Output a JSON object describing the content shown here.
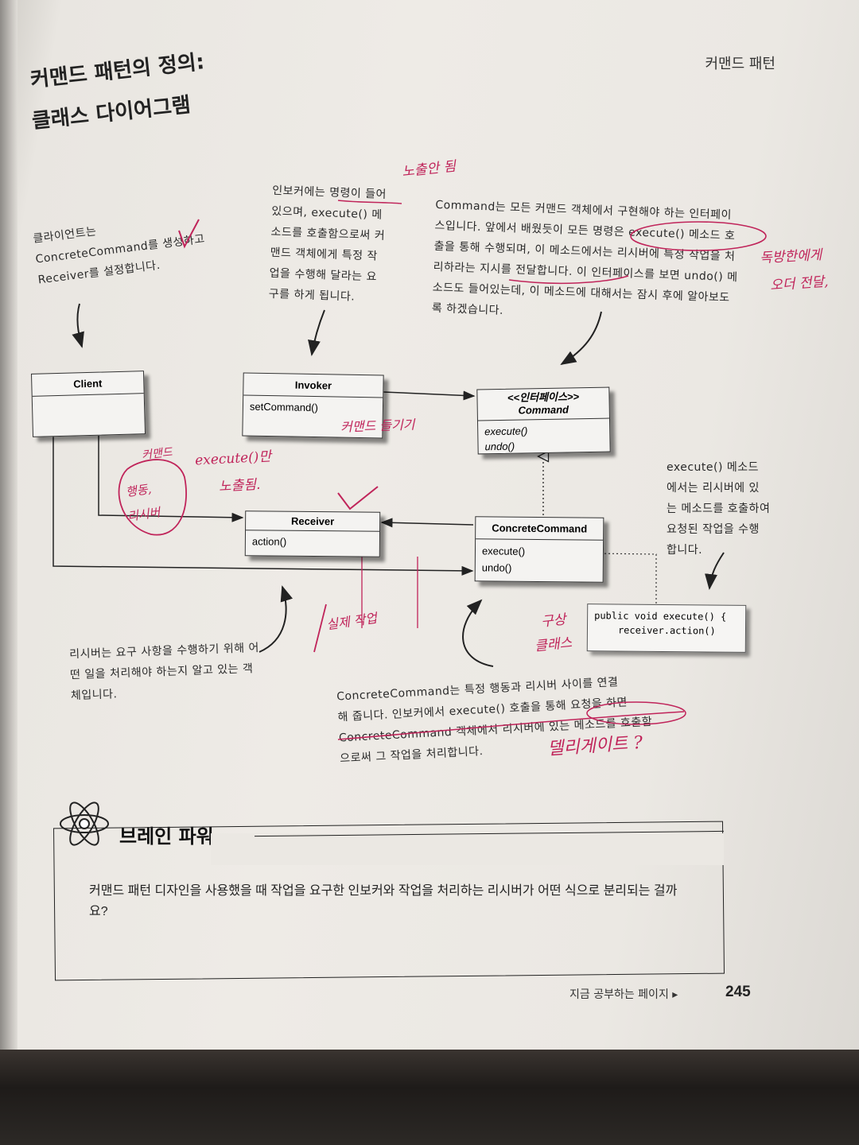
{
  "header": {
    "section_title": "커맨드 패턴"
  },
  "title": {
    "line1": "커맨드 패턴의 정의:",
    "line2": "클래스 다이어그램"
  },
  "notes": {
    "client": "클라이언트는\nConcreteCommand를 생성하고\nReceiver를 설정합니다.",
    "invoker": "인보커에는 명령이 들어\n있으며, execute() 메\n소드를 호출함으로써 커\n맨드 객체에게 특정 작\n업을 수행해 달라는 요\n구를 하게 됩니다.",
    "command": "Command는 모든 커맨드 객체에서 구현해야 하는 인터페이\n스입니다. 앞에서 배웠듯이 모든 명령은 execute() 메소드 호\n출을 통해 수행되며, 이 메소드에서는 리시버에 특정 작업을 처\n리하라는 지시를 전달합니다. 이 인터페이스를 보면 undo() 메\n소드도 들어있는데, 이 메소드에 대해서는 잠시 후에 알아보도\n록 하겠습니다.",
    "concrete_execute": "execute() 메소드\n에서는 리시버에 있\n는 메소드를 호출하여\n요청된 작업을 수행\n합니다.",
    "receiver": "리시버는 요구 사항을 수행하기 위해 어\n떤 일을 처리해야 하는지 알고 있는 객\n체입니다.",
    "concrete_command": "ConcreteCommand는 특정 행동과 리시버 사이를 연결\n해 줍니다. 인보커에서 execute() 호출을 통해 요청을 하면\nConcreteCommand 객체에서 리시버에 있는 메소드를 호출함\n으로써 그 작업을 처리합니다."
  },
  "diagram": {
    "client": {
      "name": "Client"
    },
    "invoker": {
      "name": "Invoker",
      "method": "setCommand()"
    },
    "command": {
      "stereotype": "<<인터페이스>>",
      "name": "Command",
      "methods": [
        "execute()",
        "undo()"
      ]
    },
    "receiver": {
      "name": "Receiver",
      "method": "action()"
    },
    "concrete": {
      "name": "ConcreteCommand",
      "methods": [
        "execute()",
        "undo()"
      ]
    },
    "code": {
      "line1": "public void execute() {",
      "line2": "receiver.action()"
    }
  },
  "handwritten": {
    "h1": "노출안 됨",
    "h2": "독방한에게",
    "h3": "오더 전달,",
    "h4": "커맨드 들기기",
    "h5": "커맨드",
    "h6": "execute()만",
    "h7": "노출됨.",
    "h8": "행동,",
    "h9": "리시버",
    "h10": "실제 작업",
    "h11": "구상",
    "h12": "클래스",
    "h13": "델리게이트 ?"
  },
  "brain_power": {
    "title": "브레인 파워",
    "question": "커맨드 패턴 디자인을 사용했을 때 작업을 요구한 인보커와 작업을 처리하는 리시버가 어떤 식으로 분리되는 걸까요?"
  },
  "footer": {
    "text": "지금 공부하는 페이지 ▸",
    "page_number": "245"
  },
  "colors": {
    "pen_red": "#c0245a",
    "paper": "#ebe8e3"
  }
}
